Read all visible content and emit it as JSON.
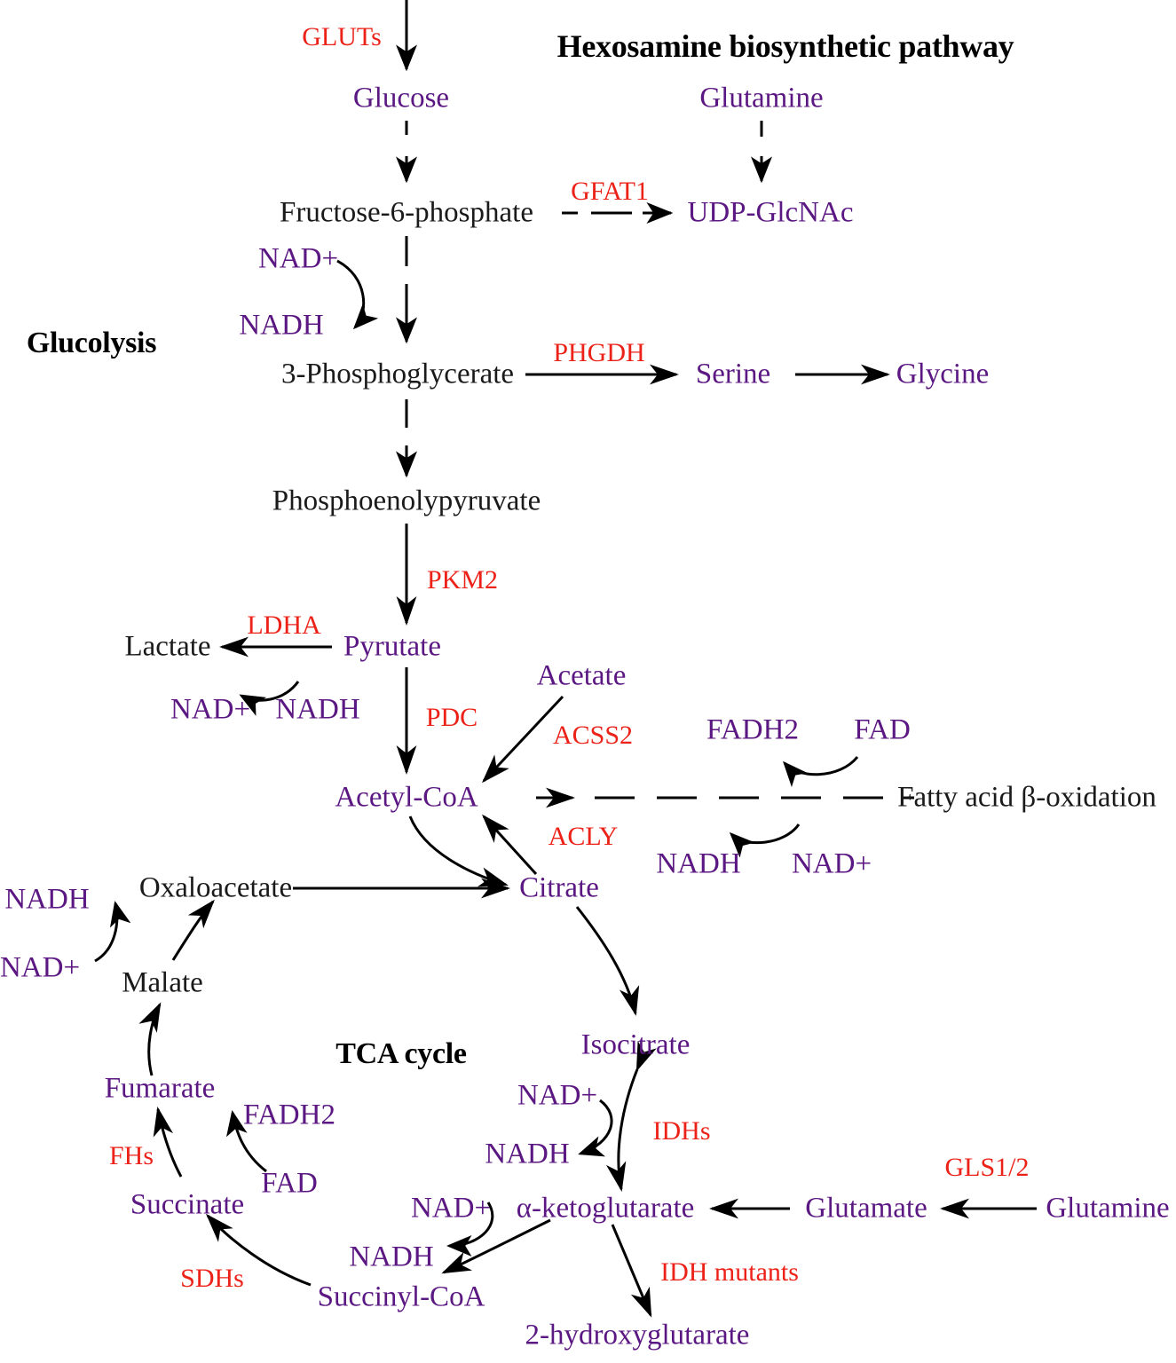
{
  "diagram": {
    "title_hexosamine": "Hexosamine biosynthetic pathway",
    "title_glycolysis": "Glucolysis",
    "title_tca": "TCA cycle"
  },
  "metabolites": {
    "glucose": "Glucose",
    "glutamine_top": "Glutamine",
    "fructose6p": "Fructose-6-phosphate",
    "udp_glcnac": "UDP-GlcNAc",
    "nad_plus_glyc": "NAD+",
    "nadh_glyc": "NADH",
    "phosphoglycerate": "3-Phosphoglycerate",
    "serine": "Serine",
    "glycine": "Glycine",
    "pep": "Phosphoenolypyruvate",
    "lactate": "Lactate",
    "pyruvate": "Pyrutate",
    "nad_plus_lac": "NAD+",
    "nadh_lac": "NADH",
    "acetate": "Acetate",
    "fadh2_fao": "FADH2",
    "fad_fao": "FAD",
    "acetyl_coa": "Acetyl-CoA",
    "fatty_acid_oxidation": "Fatty acid β-oxidation",
    "nadh_fao": "NADH",
    "nad_plus_fao": "NAD+",
    "nadh_mal": "NADH",
    "nad_plus_mal": "NAD+",
    "oxaloacetate": "Oxaloacetate",
    "citrate": "Citrate",
    "malate": "Malate",
    "isocitrate": "Isocitrate",
    "nad_plus_idh": "NAD+",
    "nadh_idh": "NADH",
    "fumarate": "Fumarate",
    "fadh2_sdh": "FADH2",
    "fad_sdh": "FAD",
    "succinate": "Succinate",
    "nad_plus_scoa": "NAD+",
    "nadh_scoa": "NADH",
    "succinyl_coa": "Succinyl-CoA",
    "alpha_ketoglutarate": "α-ketoglutarate",
    "glutamate": "Glutamate",
    "glutamine_bottom": "Glutamine",
    "two_hydroxyglutarate": "2-hydroxyglutarate"
  },
  "enzymes": {
    "gluts": "GLUTs",
    "gfat1": "GFAT1",
    "phgdh": "PHGDH",
    "pkm2": "PKM2",
    "ldha": "LDHA",
    "pdc": "PDC",
    "acss2": "ACSS2",
    "acly": "ACLY",
    "idhs": "IDHs",
    "gls12": "GLS1/2",
    "idh_mutants": "IDH mutants",
    "fhs": "FHs",
    "sdhs": "SDHs"
  },
  "colors": {
    "metabolite_purple": "#5b1782",
    "enzyme_red": "#ec2118",
    "text_black": "#1a1a1a",
    "arrow_black": "#000000",
    "background": "#ffffff"
  }
}
